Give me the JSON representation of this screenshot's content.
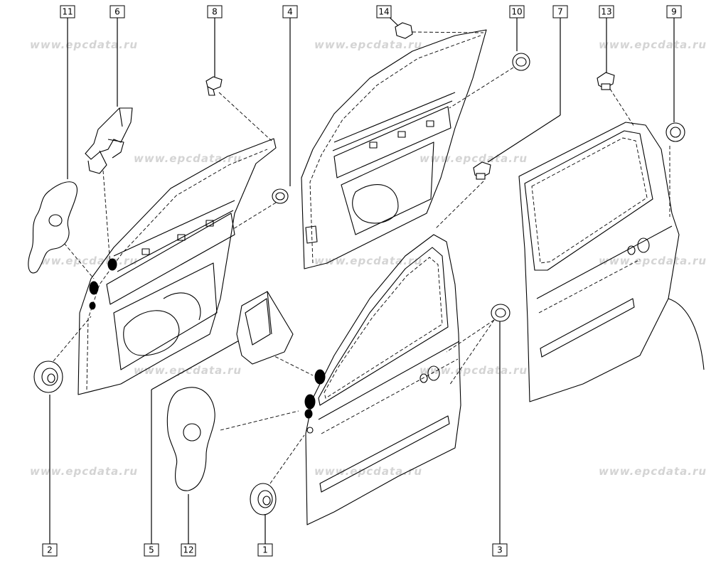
{
  "watermark_text": "www.epcdata.ru",
  "callouts": [
    {
      "id": "c11",
      "label": "11"
    },
    {
      "id": "c6",
      "label": "6"
    },
    {
      "id": "c8",
      "label": "8"
    },
    {
      "id": "c4",
      "label": "4"
    },
    {
      "id": "c14",
      "label": "14"
    },
    {
      "id": "c10",
      "label": "10"
    },
    {
      "id": "c7",
      "label": "7"
    },
    {
      "id": "c13",
      "label": "13"
    },
    {
      "id": "c9",
      "label": "9"
    },
    {
      "id": "c2",
      "label": "2"
    },
    {
      "id": "c5",
      "label": "5"
    },
    {
      "id": "c12",
      "label": "12"
    },
    {
      "id": "c1",
      "label": "1"
    },
    {
      "id": "c3",
      "label": "3"
    }
  ],
  "colors": {
    "line": "#000000",
    "watermark": "#d4d4d4",
    "background": "#ffffff"
  }
}
